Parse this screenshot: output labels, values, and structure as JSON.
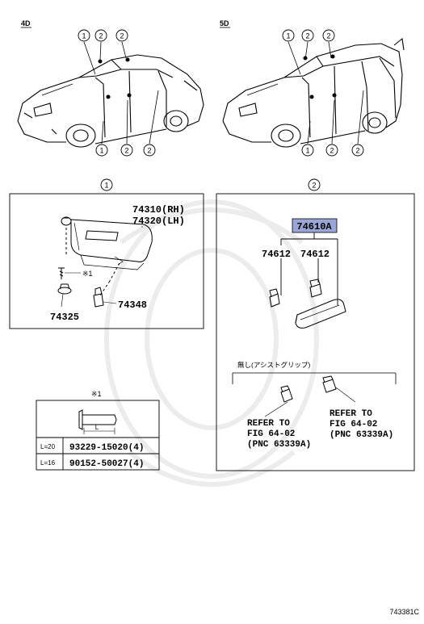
{
  "header": {
    "left_variant": "4D",
    "right_variant": "5D"
  },
  "callouts": {
    "one": "1",
    "two": "2"
  },
  "panel1": {
    "title_ref": "1",
    "part_rh": "74310(RH)",
    "part_lh": "74320(LH)",
    "part_clip": "74348",
    "part_base": "74325",
    "note_mark": "※1"
  },
  "panel2": {
    "title_ref": "2",
    "assembly": "74610A",
    "cap_left": "74612",
    "cap_right": "74612",
    "section_title": "無し(アシストグリップ)",
    "refer_left": [
      "REFER TO",
      "FIG 64-02",
      "(PNC 63339A)"
    ],
    "refer_right": [
      "REFER TO",
      "FIG 64-02",
      "(PNC 63339A)"
    ]
  },
  "bolt_table": {
    "note_mark": "※1",
    "dim_label": "L",
    "rows": [
      {
        "len": "L=20",
        "part": "93229-15020(4)"
      },
      {
        "len": "L=16",
        "part": "90152-50027(4)"
      }
    ]
  },
  "footer": {
    "diagram_code": "743381C"
  },
  "colors": {
    "assembly_highlight": "#9aa6d6"
  }
}
